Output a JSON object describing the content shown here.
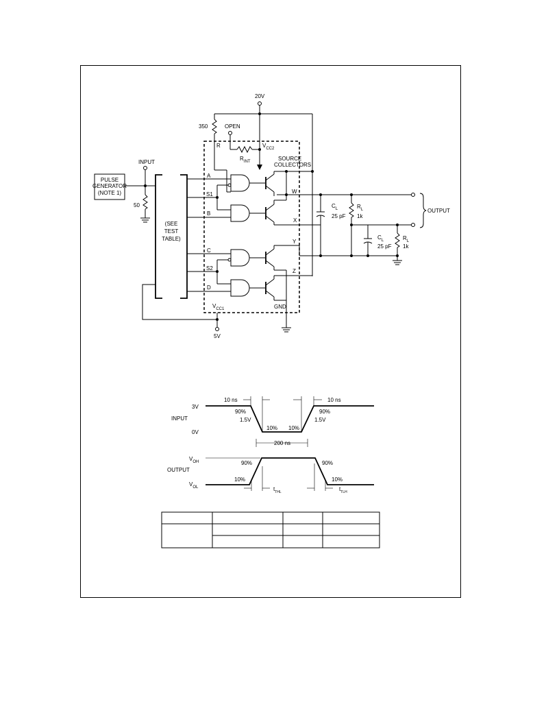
{
  "schematic": {
    "supply_20v": "20V",
    "r350": "350",
    "open": "OPEN",
    "r_label": "R",
    "vcc2_main": "V",
    "vcc2_sub": "CC2",
    "rint_main": "R",
    "rint_sub": "INT",
    "source_collectors_1": "SOURCE",
    "source_collectors_2": "COLLECTORS",
    "input": "INPUT",
    "pulse_gen_1": "PULSE",
    "pulse_gen_2": "GENERATOR",
    "pulse_gen_3": "(NOTE 1)",
    "r50": "50",
    "test_table_1": "(SEE",
    "test_table_2": "TEST",
    "test_table_3": "TABLE)",
    "pin_a": "A",
    "pin_s1": "S1",
    "pin_b": "B",
    "pin_c": "C",
    "pin_s2": "S2",
    "pin_d": "D",
    "out_w": "W",
    "out_x": "X",
    "out_y": "Y",
    "out_z": "Z",
    "gnd": "GND",
    "vcc1_main": "V",
    "vcc1_sub": "CC1",
    "supply_5v": "5V",
    "cl_main": "C",
    "cl_sub": "L",
    "cl_val": "25 pF",
    "rl_main": "R",
    "rl_sub": "L",
    "rl_val": "1k",
    "output": "OUTPUT"
  },
  "timing": {
    "v3": "3V",
    "v0": "0V",
    "input": "INPUT",
    "output": "OUTPUT",
    "voh_main": "V",
    "voh_sub": "OH",
    "vol_main": "V",
    "vol_sub": "OL",
    "ns10": "10 ns",
    "ns200": "200 ns",
    "p90": "90%",
    "p10": "10%",
    "v15": "1.5V",
    "thl_main": "t",
    "thl_sub": "THL",
    "tlh_main": "t",
    "tlh_sub": "TLH"
  },
  "table": {
    "rows": 3,
    "cols": 4
  }
}
